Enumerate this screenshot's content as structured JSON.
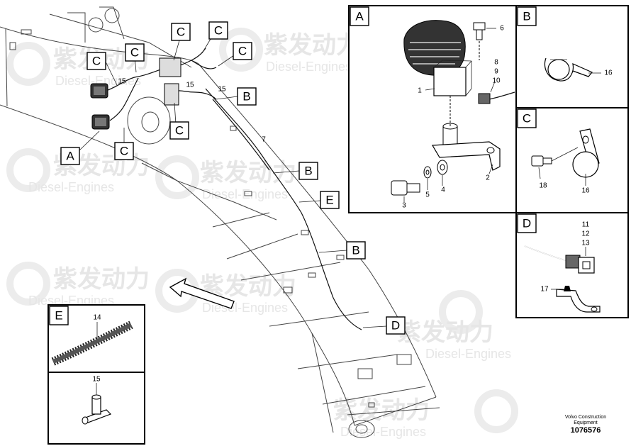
{
  "watermark": {
    "brand_cn": "紫发动力",
    "brand_en": "Diesel-Engines"
  },
  "callouts": {
    "A": "A",
    "B": "B",
    "C": "C",
    "D": "D",
    "E": "E"
  },
  "main_labels": {
    "harness_15a": "15",
    "harness_15b": "15",
    "harness_15c": "15",
    "harness_7": "7"
  },
  "detail_a": {
    "title": "A",
    "parts": {
      "p1": "1",
      "p2": "2",
      "p3": "3",
      "p4": "4",
      "p5": "5",
      "p6": "6",
      "p8": "8",
      "p9": "9",
      "p10": "10"
    }
  },
  "detail_b": {
    "title": "B",
    "parts": {
      "p16": "16"
    }
  },
  "detail_c": {
    "title": "C",
    "parts": {
      "p16": "16",
      "p18": "18"
    }
  },
  "detail_d": {
    "title": "D",
    "parts": {
      "p11": "11",
      "p12": "12",
      "p13": "13",
      "p17": "17"
    }
  },
  "detail_e": {
    "title": "E",
    "parts": {
      "p14": "14",
      "p15": "15"
    }
  },
  "footer": {
    "line1": "Volvo Construction",
    "line2": "Equipment",
    "doc_number": "1076576"
  }
}
